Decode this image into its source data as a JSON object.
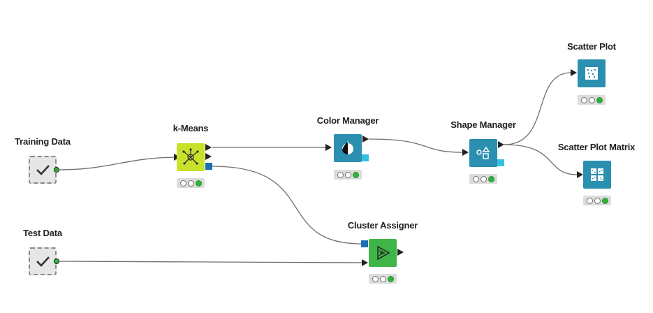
{
  "nodes": {
    "training_data": {
      "label": "Training Data",
      "status": [
        "off",
        "off",
        "on"
      ]
    },
    "test_data": {
      "label": "Test Data",
      "status": [
        "off",
        "off",
        "on"
      ]
    },
    "kmeans": {
      "label": "k-Means",
      "status": [
        "off",
        "off",
        "on"
      ]
    },
    "color_manager": {
      "label": "Color Manager",
      "status": [
        "off",
        "off",
        "on"
      ]
    },
    "shape_manager": {
      "label": "Shape Manager",
      "status": [
        "off",
        "off",
        "on"
      ]
    },
    "scatter_plot": {
      "label": "Scatter Plot",
      "status": [
        "off",
        "off",
        "on"
      ]
    },
    "scatter_plot_matrix": {
      "label": "Scatter Plot Matrix",
      "status": [
        "off",
        "off",
        "on"
      ]
    },
    "cluster_assigner": {
      "label": "Cluster Assigner",
      "status": [
        "off",
        "off",
        "on"
      ]
    }
  },
  "colors": {
    "reader_bg": "#e6e6e6",
    "learner_bg": "#c9e12a",
    "viz_bg": "#2b8fb0",
    "predictor_bg": "#3fb548",
    "model_port": "#1c6fb5",
    "viewprop_port": "#36c0e0",
    "status_green": "#2fb33a",
    "connection": "#6e6e6e"
  },
  "icons": {
    "training_data": "checkmark-icon",
    "test_data": "checkmark-icon",
    "kmeans": "cluster-icon",
    "color_manager": "color-drop-icon",
    "shape_manager": "shapes-icon",
    "scatter_plot": "scatter-plot-icon",
    "scatter_plot_matrix": "scatter-matrix-icon",
    "cluster_assigner": "predictor-icon"
  }
}
